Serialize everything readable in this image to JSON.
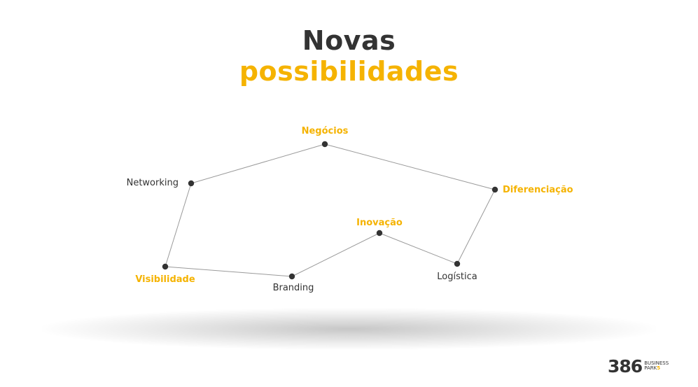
{
  "title": {
    "line1": "Novas",
    "line2": "possibilidades"
  },
  "colors": {
    "accent": "#f5b301",
    "dark": "#333333",
    "line": "#9a9a9a",
    "node": "#333333"
  },
  "diagram": {
    "nodes": [
      {
        "id": "negocios",
        "label": "Negócios",
        "highlight": true
      },
      {
        "id": "networking",
        "label": "Networking",
        "highlight": false
      },
      {
        "id": "diferenciacao",
        "label": "Diferenciação",
        "highlight": true
      },
      {
        "id": "inovacao",
        "label": "Inovação",
        "highlight": true
      },
      {
        "id": "logistica",
        "label": "Logística",
        "highlight": false
      },
      {
        "id": "visibilidade",
        "label": "Visibilidade",
        "highlight": true
      },
      {
        "id": "branding",
        "label": "Branding",
        "highlight": false
      }
    ],
    "edges": [
      [
        "networking",
        "negocios"
      ],
      [
        "negocios",
        "diferenciacao"
      ],
      [
        "diferenciacao",
        "logistica"
      ],
      [
        "logistica",
        "inovacao"
      ],
      [
        "inovacao",
        "branding"
      ],
      [
        "branding",
        "visibilidade"
      ],
      [
        "visibilidade",
        "networking"
      ]
    ]
  },
  "logo": {
    "number": "386",
    "line1": "BUSINESS",
    "line2": "PARK",
    "mark": "5"
  }
}
